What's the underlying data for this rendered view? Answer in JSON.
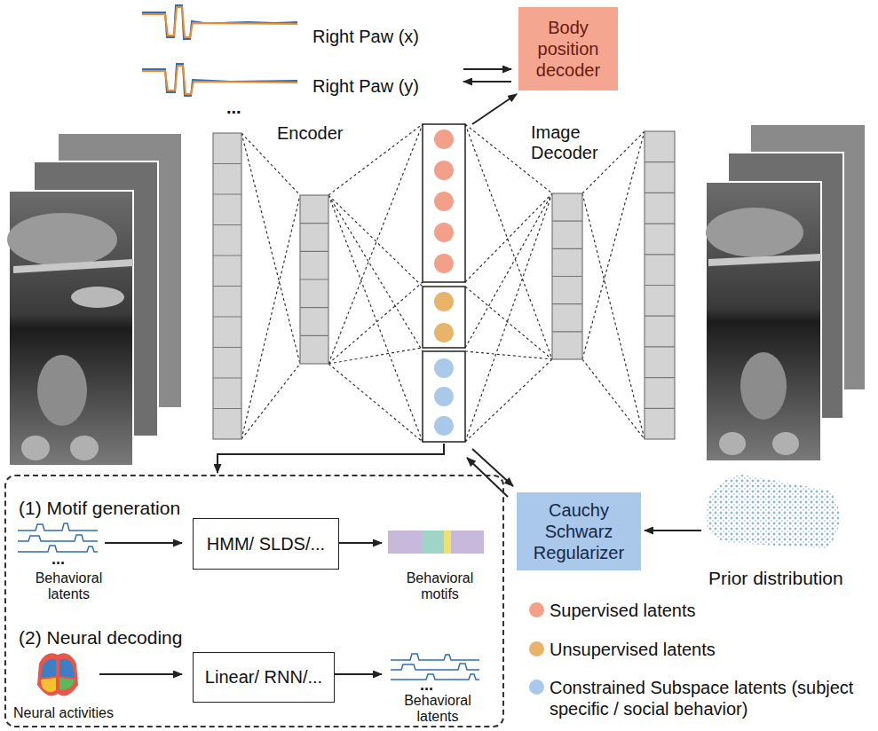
{
  "diagram": {
    "nodes": [
      {
        "text": [
          "Body position decoder"
        ]
      },
      {
        "text": [
          "(1) Motif generation",
          "(2) Neural decoding"
        ]
      },
      {
        "text": [
          "HMM/ SLDS/..."
        ],
        "in": 1
      },
      {
        "text": [
          "Linear/ RNN/..."
        ],
        "in": 1
      },
      {
        "text": [
          "Cauchy Schwarz Regularizer"
        ]
      }
    ],
    "labels": [
      "Right Paw (x)",
      "Right Paw (y)",
      "...",
      "Encoder",
      "Image Decoder",
      "...",
      "Behavioral latents",
      "Behavioral motifs",
      "Neural activities",
      "...",
      "Behavioral latents",
      "Prior distribution"
    ],
    "legend": [
      {
        "text": "Supervised latents",
        "color": "#f2a08a"
      },
      {
        "text": "Unsupervised latents",
        "color": "#e8b46a"
      },
      {
        "text": "Constrained Subspace latents (subject specific / social behavior)",
        "color": "#a9c9ea"
      }
    ]
  }
}
